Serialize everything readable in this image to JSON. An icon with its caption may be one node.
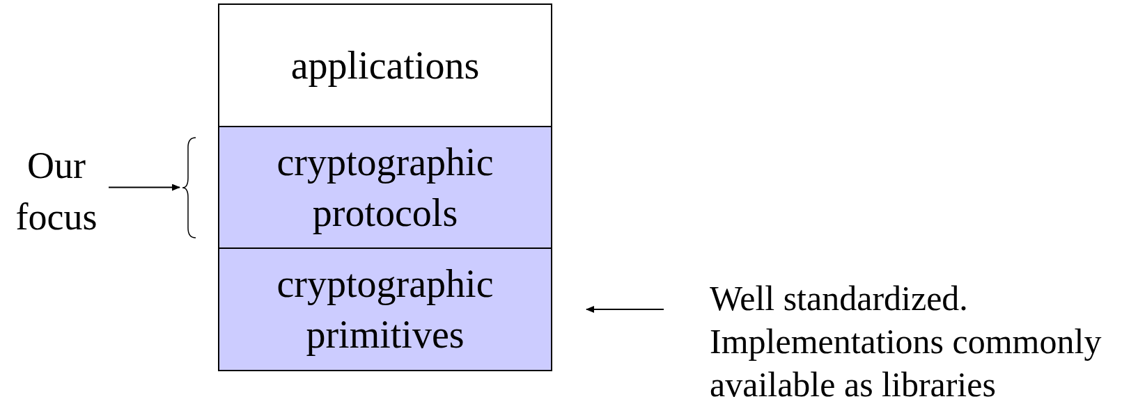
{
  "diagram": {
    "nodes": [
      {
        "text": [
          "applications"
        ]
      },
      {
        "text": [
          "cryptographic protocols"
        ]
      },
      {
        "text": [
          "cryptographic primitives"
        ]
      },
      {
        "text": [
          "Our focus"
        ]
      },
      {
        "text": [
          "Well standardized. Implementations commonly available as libraries"
        ]
      }
    ],
    "edges": [
      {
        "from": 3,
        "to": 1,
        "arrow": "to"
      },
      {
        "from": 4,
        "to": 2,
        "arrow": "to"
      }
    ]
  }
}
